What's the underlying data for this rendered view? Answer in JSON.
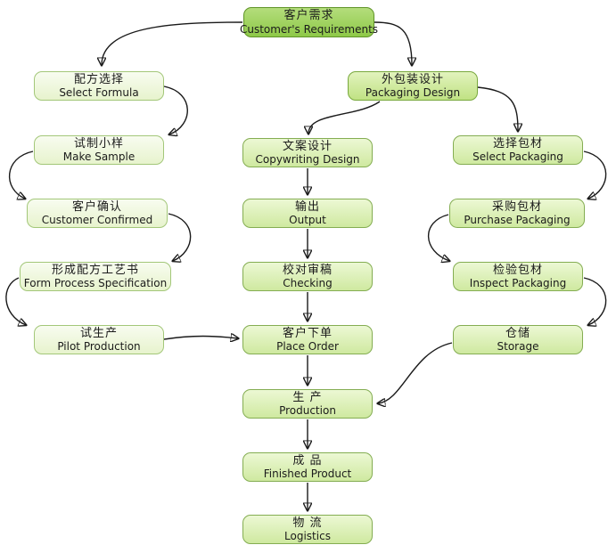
{
  "diagram": {
    "type": "flowchart",
    "background_color": "#ffffff",
    "arrow_color": "#1a1a1a",
    "palette": {
      "root_node_fill": "#8ec948",
      "branch_node_fill": "#c0e284",
      "main_node_fill": "#cfe9a0",
      "left_node_fill": "#e7f3cd",
      "border_green": "#84ad52"
    }
  },
  "nodes": [
    {
      "id": "customer-requirements",
      "zh": "客户需求",
      "en": "Customer's Requirements"
    },
    {
      "id": "select-formula",
      "zh": "配方选择",
      "en": "Select Formula"
    },
    {
      "id": "packaging-design",
      "zh": "外包装设计",
      "en": "Packaging Design"
    },
    {
      "id": "make-sample",
      "zh": "试制小样",
      "en": "Make Sample"
    },
    {
      "id": "copywriting-design",
      "zh": "文案设计",
      "en": "Copywriting Design"
    },
    {
      "id": "select-packaging",
      "zh": "选择包材",
      "en": "Select Packaging"
    },
    {
      "id": "customer-confirmed",
      "zh": "客户确认",
      "en": "Customer Confirmed"
    },
    {
      "id": "output",
      "zh": "输出",
      "en": "Output"
    },
    {
      "id": "purchase-packaging",
      "zh": "采购包材",
      "en": "Purchase Packaging"
    },
    {
      "id": "form-process-specification",
      "zh": "形成配方工艺书",
      "en": "Form Process Specification"
    },
    {
      "id": "checking",
      "zh": "校对审稿",
      "en": "Checking"
    },
    {
      "id": "inspect-packaging",
      "zh": "检验包材",
      "en": "Inspect Packaging"
    },
    {
      "id": "pilot-production",
      "zh": "试生产",
      "en": "Pilot Production"
    },
    {
      "id": "place-order",
      "zh": "客户下单",
      "en": "Place Order"
    },
    {
      "id": "storage",
      "zh": "仓储",
      "en": "Storage"
    },
    {
      "id": "production",
      "zh": "生 产",
      "en": "Production"
    },
    {
      "id": "finished-product",
      "zh": "成 品",
      "en": "Finished Product"
    },
    {
      "id": "logistics",
      "zh": "物 流",
      "en": "Logistics"
    }
  ],
  "edges": [
    {
      "from": "customer-requirements",
      "to": "select-formula"
    },
    {
      "from": "customer-requirements",
      "to": "packaging-design"
    },
    {
      "from": "select-formula",
      "to": "make-sample"
    },
    {
      "from": "make-sample",
      "to": "customer-confirmed"
    },
    {
      "from": "customer-confirmed",
      "to": "form-process-specification"
    },
    {
      "from": "form-process-specification",
      "to": "pilot-production"
    },
    {
      "from": "pilot-production",
      "to": "place-order"
    },
    {
      "from": "packaging-design",
      "to": "copywriting-design"
    },
    {
      "from": "packaging-design",
      "to": "select-packaging"
    },
    {
      "from": "copywriting-design",
      "to": "output"
    },
    {
      "from": "output",
      "to": "checking"
    },
    {
      "from": "checking",
      "to": "place-order"
    },
    {
      "from": "place-order",
      "to": "production"
    },
    {
      "from": "select-packaging",
      "to": "purchase-packaging"
    },
    {
      "from": "purchase-packaging",
      "to": "inspect-packaging"
    },
    {
      "from": "inspect-packaging",
      "to": "storage"
    },
    {
      "from": "storage",
      "to": "production"
    },
    {
      "from": "production",
      "to": "finished-product"
    },
    {
      "from": "finished-product",
      "to": "logistics"
    }
  ]
}
